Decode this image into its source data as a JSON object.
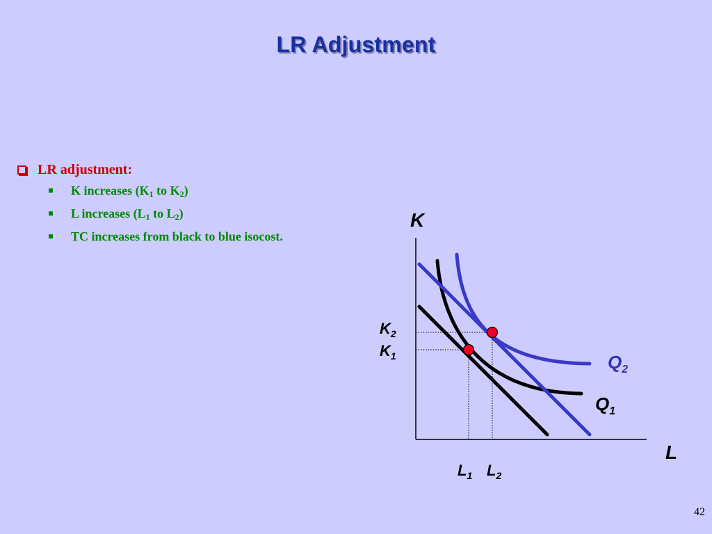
{
  "slide": {
    "title": "LR Adjustment",
    "page_number": "42"
  },
  "bullets": {
    "main": "LR adjustment:",
    "items": [
      {
        "pre": "K increases (K",
        "s1": "1",
        "mid": " to K",
        "s2": "2",
        "post": ")"
      },
      {
        "pre": "L increases (L",
        "s1": "1",
        "mid": " to L",
        "s2": "2",
        "post": ")"
      },
      {
        "text": "TC increases from black to blue isocost."
      }
    ]
  },
  "diagram": {
    "axis_y_label": "K",
    "axis_x_label": "L",
    "k2_label": "K",
    "k2_sub": "2",
    "k1_label": "K",
    "k1_sub": "1",
    "l1_label": "L",
    "l1_sub": "1",
    "l2_label": "L",
    "l2_sub": "2",
    "q2_label": "Q",
    "q2_sub": "2",
    "q1_label": "Q",
    "q1_sub": "1",
    "colors": {
      "blue": "#3a3ac8",
      "black": "#000000",
      "point": "#ee0022",
      "q2_text": "#3333bb"
    }
  }
}
